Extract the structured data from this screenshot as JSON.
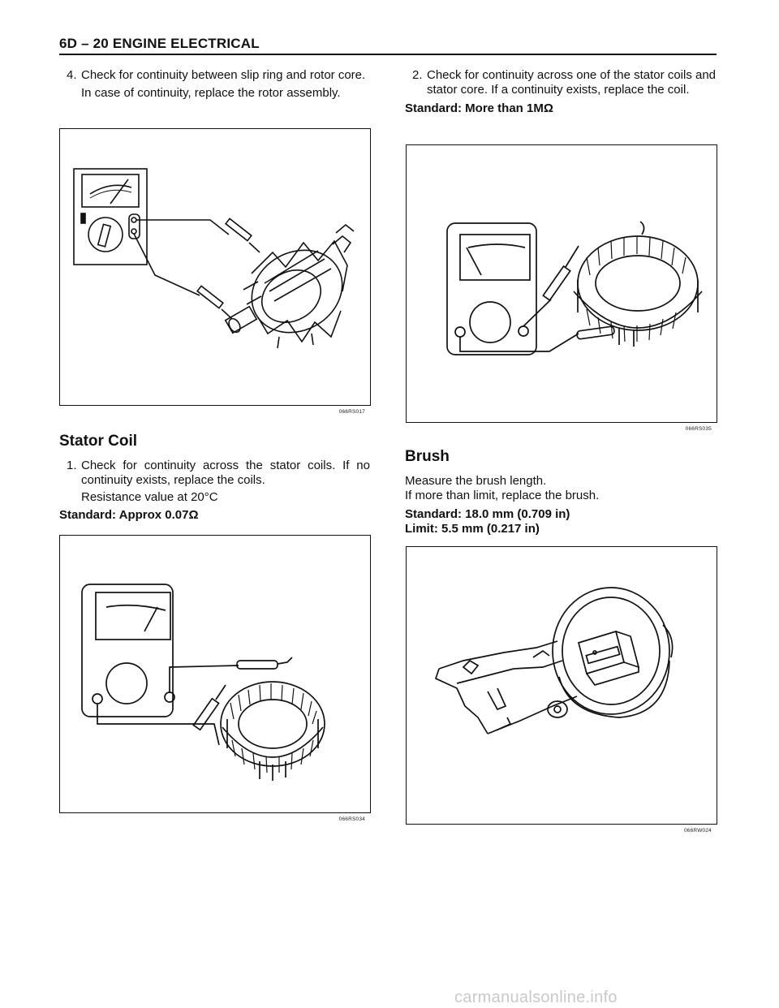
{
  "header": {
    "title": "6D – 20  ENGINE ELECTRICAL"
  },
  "left": {
    "step4": {
      "num": "4.",
      "text": "Check for continuity between slip ring and rotor core.",
      "note": "In case of continuity, replace the rotor assembly."
    },
    "fig1": {
      "code": "066RS017"
    },
    "stator": {
      "title": "Stator Coil",
      "step1": {
        "num": "1.",
        "text": "Check for continuity across the stator coils. If no continuity exists, replace the coils.",
        "note": "Resistance value at 20°C"
      },
      "standard": "Standard: Approx 0.07Ω"
    },
    "fig2": {
      "code": "066RS034"
    }
  },
  "right": {
    "step2": {
      "num": "2.",
      "text": "Check for continuity across one of the stator coils and stator core. If a continuity exists, replace the coil."
    },
    "standard1": "Standard: More than 1MΩ",
    "fig3": {
      "code": "066RS035"
    },
    "brush": {
      "title": "Brush",
      "line1": "Measure the brush length.",
      "line2": "If more than limit, replace the brush.",
      "standard": "Standard: 18.0 mm (0.709 in)",
      "limit": "Limit: 5.5 mm (0.217 in)"
    },
    "fig4": {
      "code": "066RW024"
    }
  },
  "footer": {
    "watermark": "carmanualsonline.info"
  }
}
